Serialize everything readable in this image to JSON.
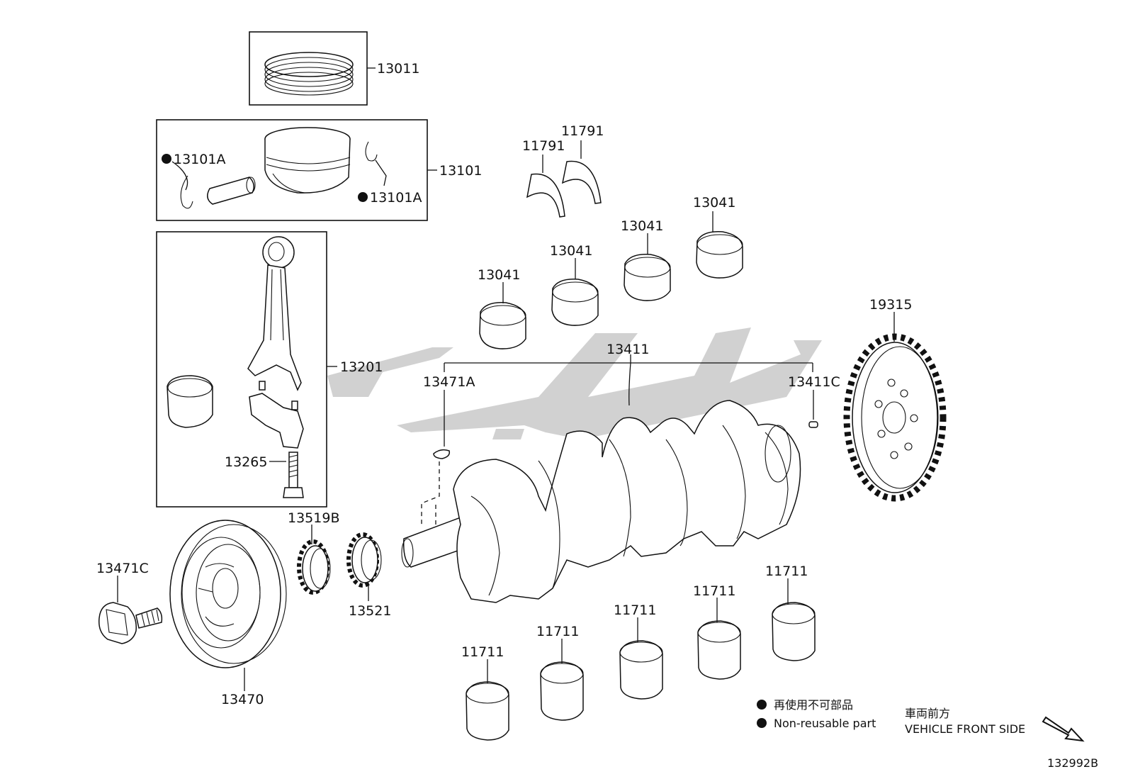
{
  "diagram_id": "132992B",
  "labels": {
    "p13011": "13011",
    "p13101": "13101",
    "p13101A_left": "13101A",
    "p13101A_right": "13101A",
    "p13201": "13201",
    "p13265": "13265",
    "p11791_a": "11791",
    "p11791_b": "11791",
    "p13041_a": "13041",
    "p13041_b": "13041",
    "p13041_c": "13041",
    "p13041_d": "13041",
    "p19315": "19315",
    "p13411": "13411",
    "p13471A": "13471A",
    "p13411C": "13411C",
    "p13519B": "13519B",
    "p13521": "13521",
    "p13471C": "13471C",
    "p13470": "13470",
    "p11711_a": "11711",
    "p11711_b": "11711",
    "p11711_c": "11711",
    "p11711_d": "11711",
    "p11711_e": "11711"
  },
  "legend": {
    "jp": "再使用不可部品",
    "en": "Non-reusable part"
  },
  "direction": {
    "jp": "車両前方",
    "en": "VEHICLE FRONT SIDE"
  },
  "colors": {
    "ink": "#111111",
    "watermark": "#c9c9c9"
  }
}
